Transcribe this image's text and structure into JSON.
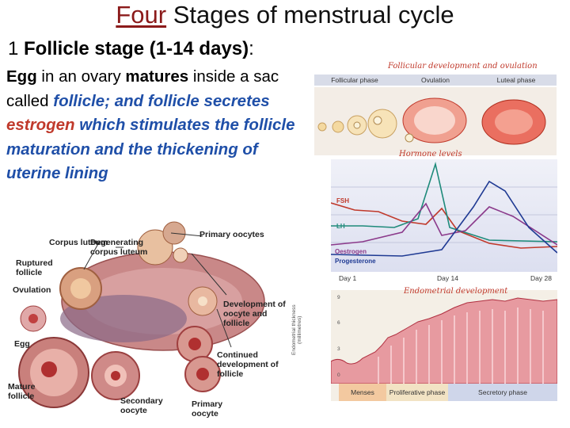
{
  "title": {
    "word_underlined": "Four",
    "rest": " Stages of menstrual cycle"
  },
  "heading": {
    "number": "1 ",
    "bold": "Follicle stage (1-14 days)",
    "colon": ":"
  },
  "body": {
    "p1": "Egg",
    "p2": " in an ovary ",
    "p3": "matures",
    "p4": " inside a sac called ",
    "p5": "follicle; and follicle secretes ",
    "p6": "estrogen",
    "p7": " which stimulates the follicle maturation and the thickening of uterine lining"
  },
  "right_figure": {
    "title": "Follicular development and ovulation",
    "phases": [
      "Follicular phase",
      "Ovulation",
      "Luteal phase"
    ],
    "hormone_title": "Hormone levels",
    "hormones": [
      "FSH",
      "LH",
      "Oestrogen",
      "Progesterone"
    ],
    "hormone_colors": [
      "#c0392b",
      "#1e8a7a",
      "#8b3a8b",
      "#1f3a93"
    ],
    "days": [
      "Day 1",
      "Day 14",
      "Day 28"
    ],
    "endo_title": "Endometrial development",
    "endo_axis": "Endometrial thickness (millimetres)",
    "endo_ticks": [
      "9",
      "6",
      "3",
      "0"
    ],
    "endo_phases": [
      "Menses",
      "Proliferative phase",
      "Secretory phase"
    ]
  },
  "left_figure": {
    "labels": {
      "corpus_luteum": "Corpus luteum",
      "degenerating": "Degenerating corpus luteum",
      "primary_oocytes": "Primary oocytes",
      "ruptured": "Ruptured follicle",
      "ovulation": "Ovulation",
      "development": "Development of oocyte and follicle",
      "egg": "Egg",
      "continued": "Continued development of follicle",
      "mature": "Mature follicle",
      "secondary": "Secondary oocyte",
      "primary": "Primary oocyte"
    }
  }
}
